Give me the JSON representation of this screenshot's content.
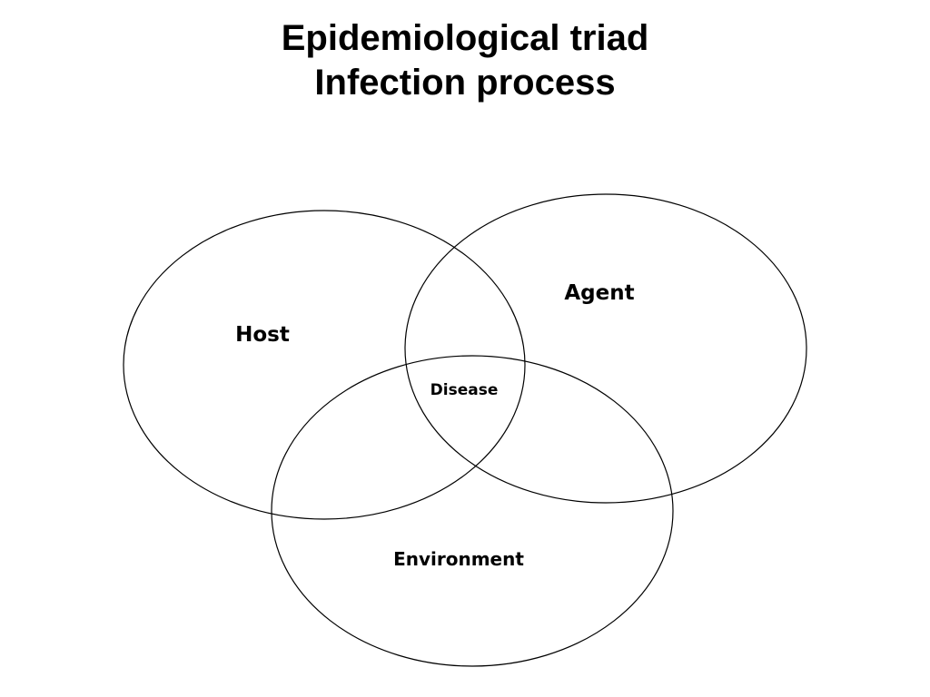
{
  "title": {
    "line1": "Epidemiological triad",
    "line2": "Infection process"
  },
  "diagram": {
    "sets": {
      "host": "Host",
      "agent": "Agent",
      "environment": "Environment"
    },
    "intersection": "Disease"
  }
}
